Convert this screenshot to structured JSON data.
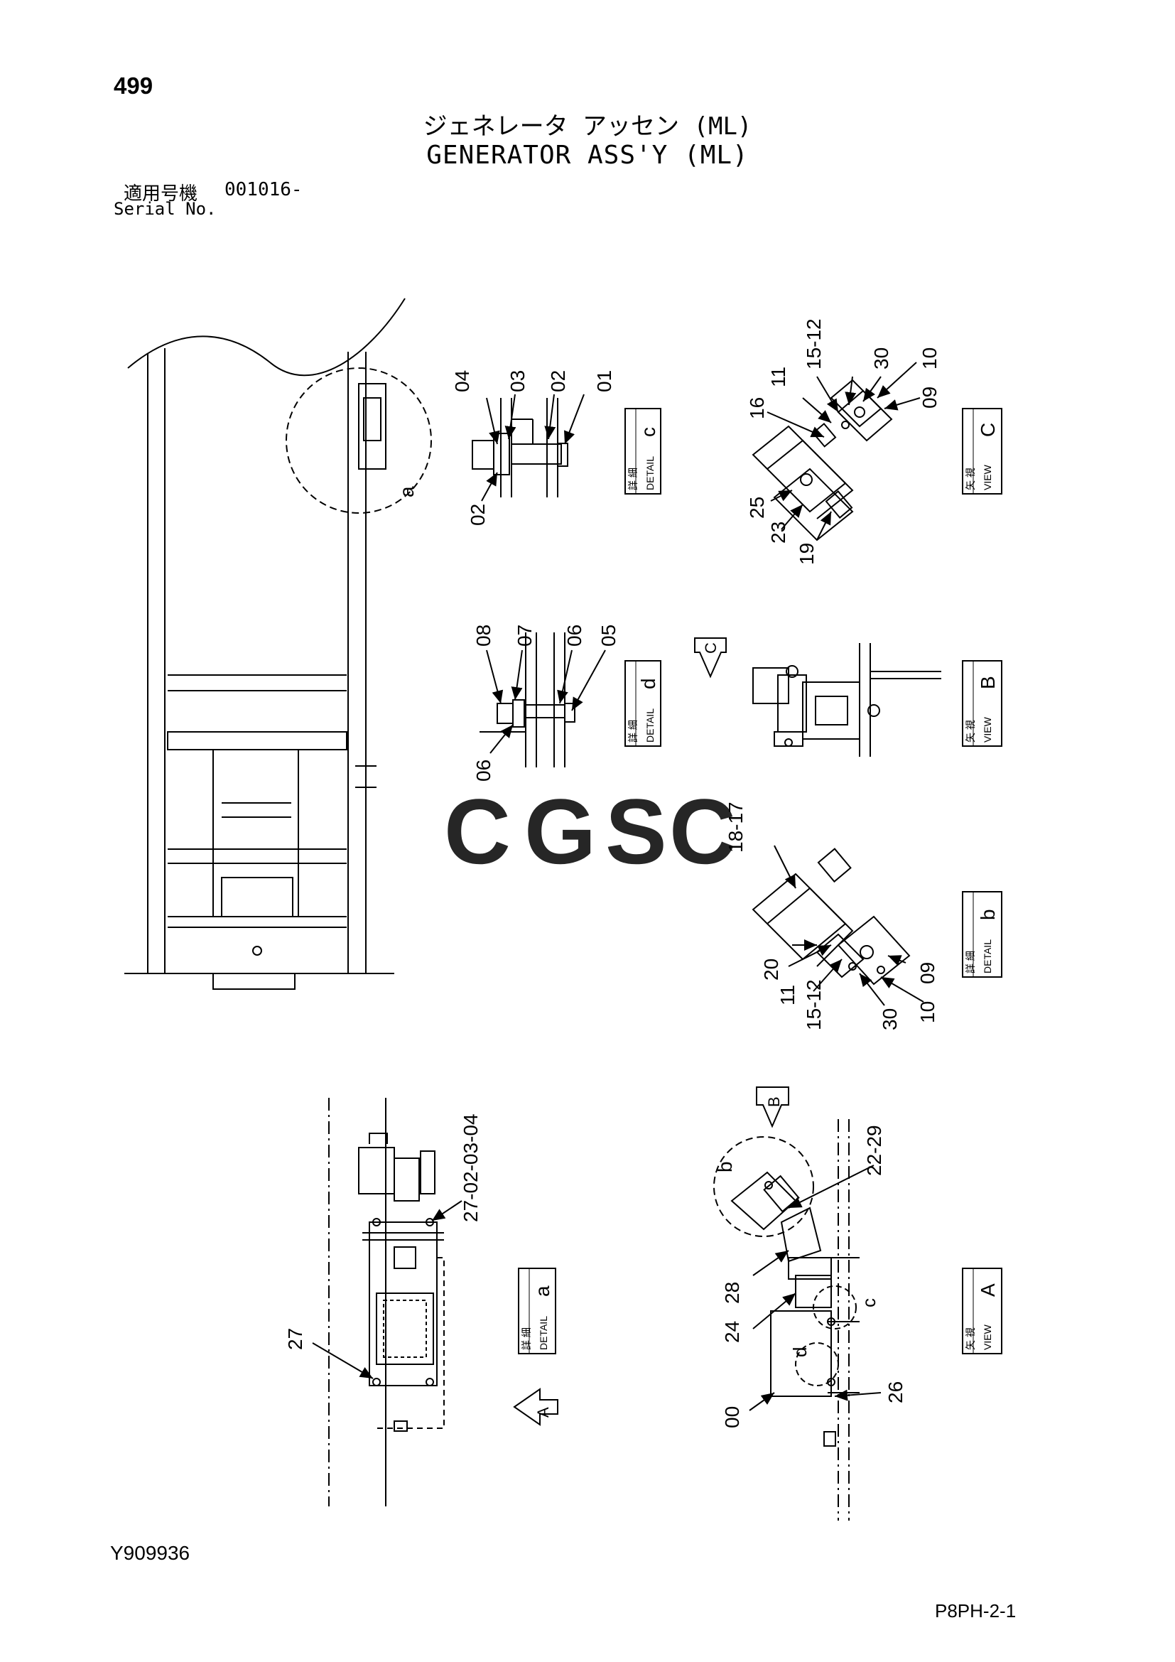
{
  "header": {
    "page_number": "499",
    "title_jp": "ジェネレータ アッセン (ML)",
    "title_en": "GENERATOR ASS'Y (ML)",
    "serial_label_jp": "適用号機",
    "serial_label_en": "Serial No.",
    "serial_value": "001016-"
  },
  "footer": {
    "doc_id": "Y909936",
    "page_code": "P8PH-2-1"
  },
  "watermark": {
    "text": "CGSC",
    "colors": [
      "#6f9cf0",
      "#f08a7e",
      "#f5d36a",
      "#6fbf8a"
    ]
  },
  "views": {
    "detail_c": {
      "jp": "詳 細",
      "en": "DETAIL",
      "letter": "c"
    },
    "detail_d": {
      "jp": "詳 細",
      "en": "DETAIL",
      "letter": "d"
    },
    "detail_b": {
      "jp": "詳 細",
      "en": "DETAIL",
      "letter": "b"
    },
    "detail_a": {
      "jp": "詳 細",
      "en": "DETAIL",
      "letter": "a"
    },
    "view_C": {
      "jp": "矢 視",
      "en": "VIEW",
      "letter": "C"
    },
    "view_B": {
      "jp": "矢 視",
      "en": "VIEW",
      "letter": "B"
    },
    "view_A": {
      "jp": "矢 視",
      "en": "VIEW",
      "letter": "A"
    }
  },
  "view_arrows": {
    "C": "C",
    "B": "B",
    "A": "A"
  },
  "callouts": {
    "main_a": "a",
    "dc_04": "04",
    "dc_03": "03",
    "dc_02a": "02",
    "dc_01": "01",
    "dc_02b": "02",
    "dd_08": "08",
    "dd_07": "07",
    "dd_06a": "06",
    "dd_05": "05",
    "dd_06b": "06",
    "vc_15_12": "15-12",
    "vc_30": "30",
    "vc_10": "10",
    "vc_11": "11",
    "vc_09": "09",
    "vc_16": "16",
    "vc_25": "25",
    "vc_23": "23",
    "vc_19": "19",
    "db_18_17": "18-17",
    "db_20": "20",
    "db_11": "11",
    "db_15_12": "15-12",
    "db_30": "30",
    "db_10": "10",
    "db_09": "09",
    "da_27a": "27-02-03-04",
    "da_27b": "27",
    "va_b": "b",
    "va_22_29": "22-29",
    "va_28": "28",
    "va_24": "24",
    "va_c": "c",
    "va_d": "d",
    "va_00": "00",
    "va_26": "26"
  }
}
